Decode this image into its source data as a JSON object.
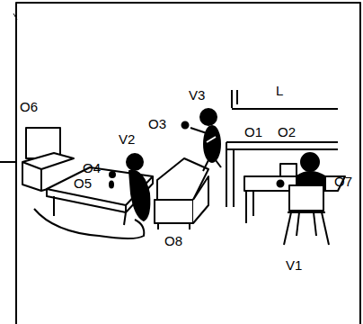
{
  "diagram": {
    "labels": [
      "O6",
      "O3",
      "V3",
      "L",
      "O1",
      "O2",
      "V2",
      "O4",
      "O5",
      "O7",
      "O8",
      "V1"
    ]
  }
}
